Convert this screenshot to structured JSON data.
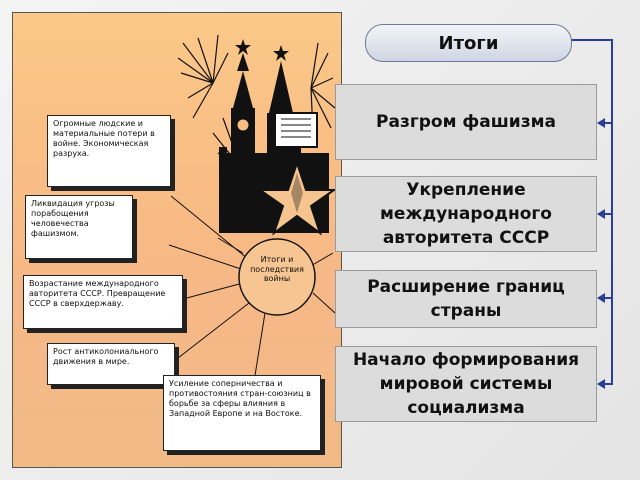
{
  "poster": {
    "box1": "Огромные людские и материальные потери в войне. Экономическая разруха.",
    "box2": "Ликвидация угрозы порабощения человечества фашизмом.",
    "box3": "Возрастание международного авторитета СССР. Превращение СССР в сверхдержаву.",
    "box4": "Рост антиколониального движения в мире.",
    "box5": "Усиление соперничества и противостояния стран-союзниц в борьбе за сферы влияния в Западной Европе и на Востоке.",
    "sun": "Итоги и последствия войны"
  },
  "header": {
    "title": "Итоги"
  },
  "results": [
    {
      "label": "Разгром фашизма"
    },
    {
      "label": "Укрепление международного авторитета СССР"
    },
    {
      "label": "Расширение границ страны"
    },
    {
      "label": "Начало формирования мировой системы социализма"
    }
  ],
  "colors": {
    "connector": "#2b3f96",
    "poster_bg": "#f9be84"
  }
}
